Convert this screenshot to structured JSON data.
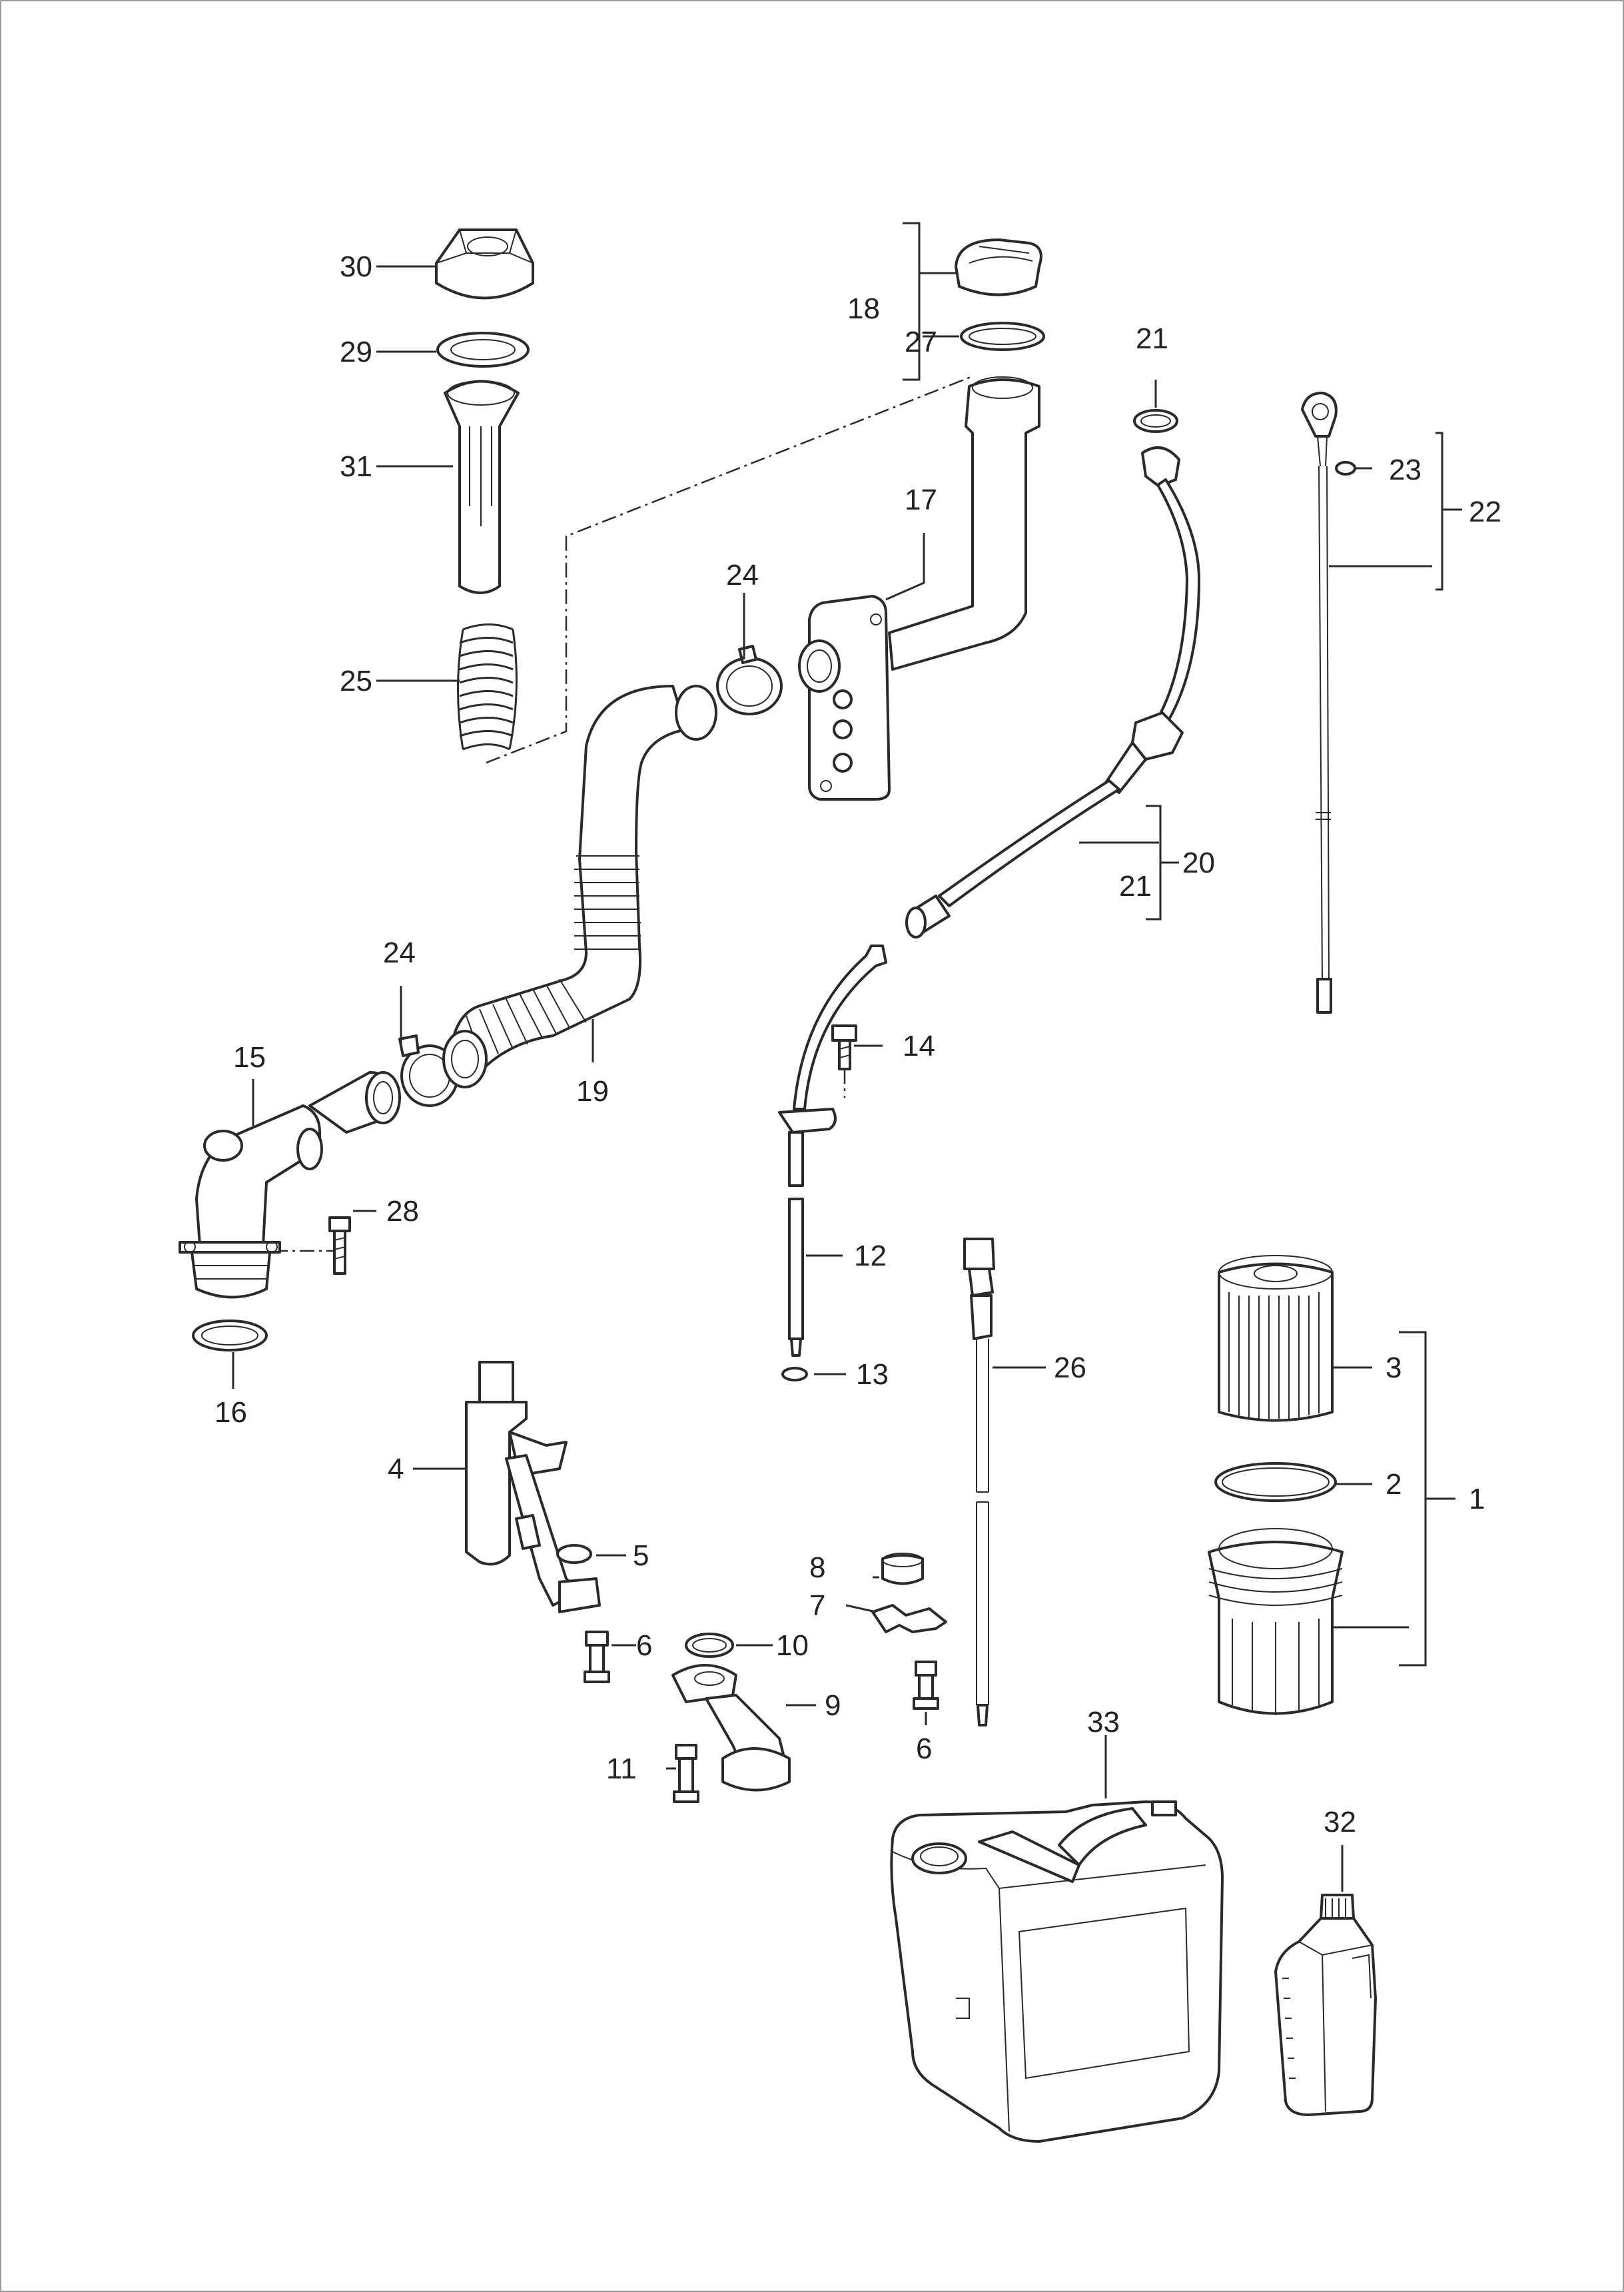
{
  "labels": {
    "n1": "1",
    "n2": "2",
    "n3": "3",
    "n4": "4",
    "n5": "5",
    "n6a": "6",
    "n6b": "6",
    "n7": "7",
    "n8": "8",
    "n9": "9",
    "n10": "10",
    "n11": "11",
    "n12": "12",
    "n13": "13",
    "n14": "14",
    "n15": "15",
    "n16": "16",
    "n17": "17",
    "n18": "18",
    "n19": "19",
    "n20": "20",
    "n21a": "21",
    "n21b": "21",
    "n22": "22",
    "n23": "23",
    "n24a": "24",
    "n24b": "24",
    "n25": "25",
    "n26": "26",
    "n27": "27",
    "n28": "28",
    "n29": "29",
    "n30": "30",
    "n31": "31",
    "n32": "32",
    "n33": "33"
  },
  "colors": {
    "line": "#2a2a2a",
    "background": "#ffffff",
    "frame": "#9a9a9a"
  }
}
